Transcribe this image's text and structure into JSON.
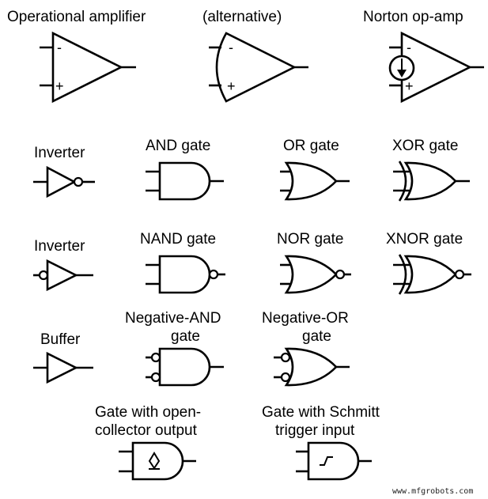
{
  "labels": {
    "opamp": "Operational amplifier",
    "opamp_alt": "(alternative)",
    "norton": "Norton op-amp",
    "inverter1": "Inverter",
    "and": "AND gate",
    "or": "OR gate",
    "xor": "XOR gate",
    "inverter2": "Inverter",
    "nand": "NAND gate",
    "nor": "NOR gate",
    "xnor": "XNOR gate",
    "buffer": "Buffer",
    "neg_and_l1": "Negative-AND",
    "neg_and_l2": "gate",
    "neg_or_l1": "Negative-OR",
    "neg_or_l2": "gate",
    "oc_l1": "Gate with open-",
    "oc_l2": "collector output",
    "schmitt_l1": "Gate with Schmitt",
    "schmitt_l2": "trigger input"
  },
  "signs": {
    "minus": "-",
    "plus": "+"
  },
  "watermark": "www.mfgrobots.com",
  "colors": {
    "stroke": "#000000",
    "background": "#ffffff"
  }
}
